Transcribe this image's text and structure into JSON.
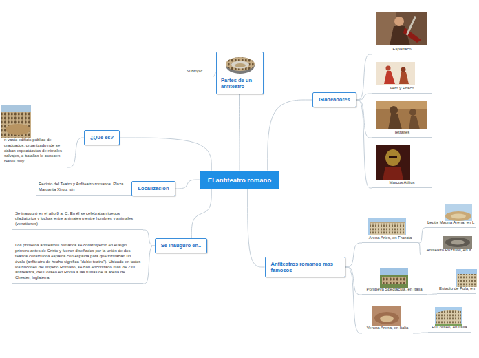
{
  "diagram": {
    "nodes": [
      {
        "text": [
          "El anfiteatro romano"
        ]
      },
      {
        "text": [
          "Partes de un anfiteatro"
        ]
      },
      {
        "text": [
          "Subtopic"
        ]
      },
      {
        "text": [
          "Gladeadores"
        ]
      },
      {
        "text": [
          "Espartaco"
        ]
      },
      {
        "text": [
          "Vero y Prisco"
        ]
      },
      {
        "text": [
          "Tetraites"
        ]
      },
      {
        "text": [
          "Marcus Atilius"
        ]
      },
      {
        "text": [
          "¿Qué es?"
        ]
      },
      {
        "text": [
          "n vasto edificio público de graduados, organizado nde se daban espectáculos de nimales salvajes, o batallas le conocen restos muy"
        ]
      },
      {
        "text": [
          "Localización"
        ]
      },
      {
        "text": [
          "Recinto del Teatro y Anfiteatro romanos. Plaza Margarita Xirgu, s/n"
        ]
      },
      {
        "text": [
          "Se inauguro en.."
        ]
      },
      {
        "text": [
          "Se inauguró en el año 8 a. C. En él se celebraban juegos gladiatorios y luchas entre animales o entre hombres y animales (venationes)"
        ]
      },
      {
        "text": [
          "Los primeros anfiteatros romanos se construyeron en el siglo primero antes de Cristo y fueron diseñados por la unión de dos teatros construidos espalda con espalda para que formaban un óvalo (anfiteatro de hecho significa \"doble teatro\"). Ubicado en todos los rincones del Imperio Romano, se han encontrado más de 230 anfiteatros, del Coliseo en Roma a las ruinas de la arena de Chester, Inglaterra."
        ]
      },
      {
        "text": [
          "Anfiteatros romanos mas famosos"
        ]
      },
      {
        "text": [
          "Arena Arles, en Francia"
        ]
      },
      {
        "text": [
          "Leptis Magna Arena, en L"
        ]
      },
      {
        "text": [
          "Anfiteatro Pozzuoli, en It"
        ]
      },
      {
        "text": [
          "Pompeya Spectacula, en Italia"
        ]
      },
      {
        "text": [
          "Estadio de Pula, en"
        ]
      },
      {
        "text": [
          "Verona Arena, en Italia"
        ]
      },
      {
        "text": [
          "El Coliseo, en Italia"
        ]
      }
    ],
    "edges": [
      {
        "from": 0,
        "to": 1,
        "arrow": "none"
      },
      {
        "from": 1,
        "to": 2,
        "arrow": "none"
      },
      {
        "from": 0,
        "to": 3,
        "arrow": "none"
      },
      {
        "from": 3,
        "to": 4,
        "arrow": "none"
      },
      {
        "from": 3,
        "to": 5,
        "arrow": "none"
      },
      {
        "from": 3,
        "to": 6,
        "arrow": "none"
      },
      {
        "from": 3,
        "to": 7,
        "arrow": "none"
      },
      {
        "from": 0,
        "to": 8,
        "arrow": "none"
      },
      {
        "from": 8,
        "to": 9,
        "arrow": "none"
      },
      {
        "from": 0,
        "to": 10,
        "arrow": "none"
      },
      {
        "from": 10,
        "to": 11,
        "arrow": "none"
      },
      {
        "from": 0,
        "to": 12,
        "arrow": "none"
      },
      {
        "from": 12,
        "to": 13,
        "arrow": "none"
      },
      {
        "from": 12,
        "to": 14,
        "arrow": "none"
      },
      {
        "from": 0,
        "to": 15,
        "arrow": "none"
      },
      {
        "from": 15,
        "to": 16,
        "arrow": "none"
      },
      {
        "from": 16,
        "to": 17,
        "arrow": "none"
      },
      {
        "from": 16,
        "to": 18,
        "arrow": "none"
      },
      {
        "from": 15,
        "to": 19,
        "arrow": "none"
      },
      {
        "from": 19,
        "to": 20,
        "arrow": "none"
      },
      {
        "from": 15,
        "to": 21,
        "arrow": "none"
      },
      {
        "from": 21,
        "to": 22,
        "arrow": "none"
      }
    ]
  }
}
